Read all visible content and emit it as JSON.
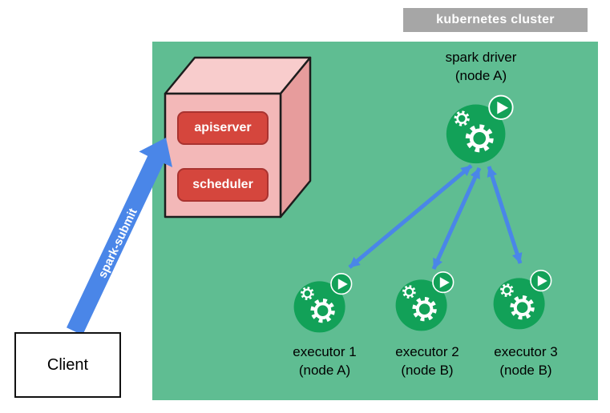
{
  "cluster": {
    "label": "kubernetes cluster"
  },
  "control_plane": {
    "buttons": [
      {
        "label": "apiserver"
      },
      {
        "label": "scheduler"
      }
    ]
  },
  "driver": {
    "title": "spark driver",
    "node": "(node A)"
  },
  "executors": [
    {
      "title": "executor 1",
      "node": "(node A)"
    },
    {
      "title": "executor 2",
      "node": "(node B)"
    },
    {
      "title": "executor 3",
      "node": "(node B)"
    }
  ],
  "client": {
    "label": "Client"
  },
  "spark_submit": {
    "label": "spark-submit"
  },
  "icons": {
    "pod": "gears-with-play-badge-icon",
    "gear": "gear-icon",
    "play": "play-icon",
    "cube": "control-plane-cube",
    "arrows": "double-headed-arrow"
  },
  "colors": {
    "cluster-bg": "#5FBD92",
    "label-gray": "#A6A6A6",
    "cube-front": "#F3B8B8",
    "cube-top": "#F8CCCC",
    "cube-side": "#E79C9C",
    "cube-outline": "#1D1D1D",
    "button-red": "#D5463D",
    "button-border": "#A93330",
    "arrow-blue": "#4A86E8",
    "pod-green": "#12A158"
  }
}
